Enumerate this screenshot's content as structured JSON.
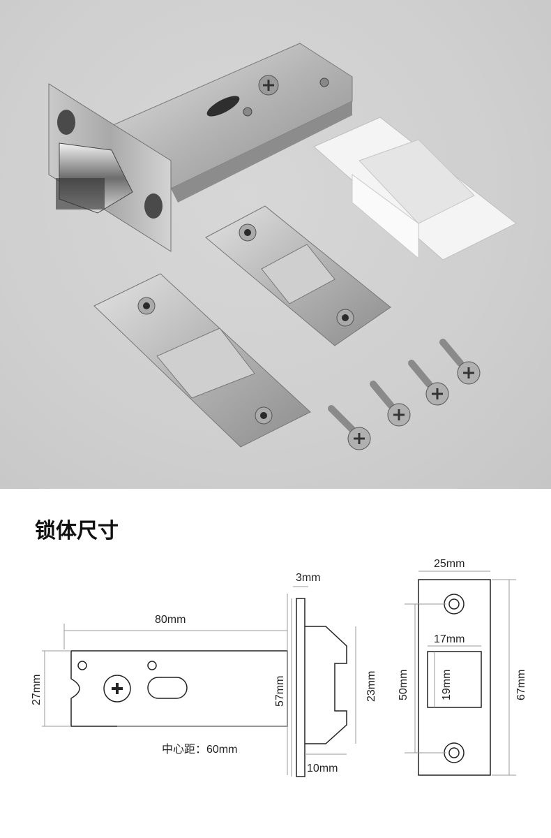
{
  "section_title": "锁体尺寸",
  "dimensions": {
    "plate_thickness": "3mm",
    "body_length": "80mm",
    "body_height": "27mm",
    "faceplate_height": "57mm",
    "latch_height": "23mm",
    "latch_depth": "10mm",
    "backset": "中心距：60mm",
    "strike_width": "25mm",
    "strike_height": "67mm",
    "strike_hole_height": "50mm",
    "opening_width": "17mm",
    "opening_height": "19mm"
  },
  "colors": {
    "photo_background": "#cfcfcf",
    "steel": "#b8b8b8",
    "line": "#222222",
    "dim_line": "#999999"
  }
}
